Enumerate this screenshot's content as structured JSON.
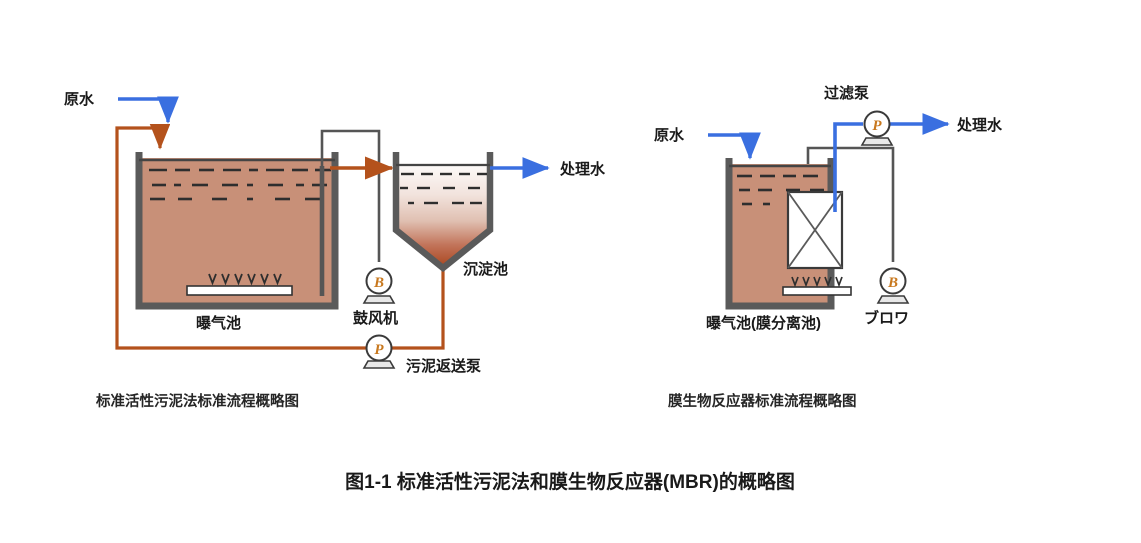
{
  "figure": {
    "caption": "图1-1  标准活性污泥法和膜生物反应器(MBR)的概略图",
    "background_color": "#ffffff"
  },
  "colors": {
    "water_blue": "#3a6fe0",
    "sludge_brown": "#b4521c",
    "mixed_liquor": "#c89078",
    "tank_wall": "#5a5a5a",
    "pipe_gray": "#555555",
    "pump_letter": "#c8781e",
    "text": "#1a1a1a"
  },
  "left_diagram": {
    "caption": "标准活性污泥法标准流程概略图",
    "inlet_label": "原水",
    "outlet_label": "处理水",
    "tanks": [
      {
        "name": "aeration-tank",
        "label": "曝气池"
      },
      {
        "name": "settling-tank",
        "label": "沉淀池"
      }
    ],
    "equipment": [
      {
        "name": "blower",
        "symbol": "B",
        "label": "鼓风机"
      },
      {
        "name": "sludge-return-pump",
        "symbol": "P",
        "label": "污泥返送泵"
      }
    ]
  },
  "right_diagram": {
    "caption": "膜生物反应器标准流程概略图",
    "inlet_label": "原水",
    "outlet_label": "处理水",
    "tanks": [
      {
        "name": "membrane-aeration-tank",
        "label": "曝气池(膜分离池)"
      }
    ],
    "equipment": [
      {
        "name": "filter-pump",
        "symbol": "P",
        "label": "过滤泵"
      },
      {
        "name": "blower",
        "symbol": "B",
        "label": "ブロワ"
      }
    ],
    "membrane_module": {
      "name": "membrane-module",
      "label": ""
    }
  }
}
